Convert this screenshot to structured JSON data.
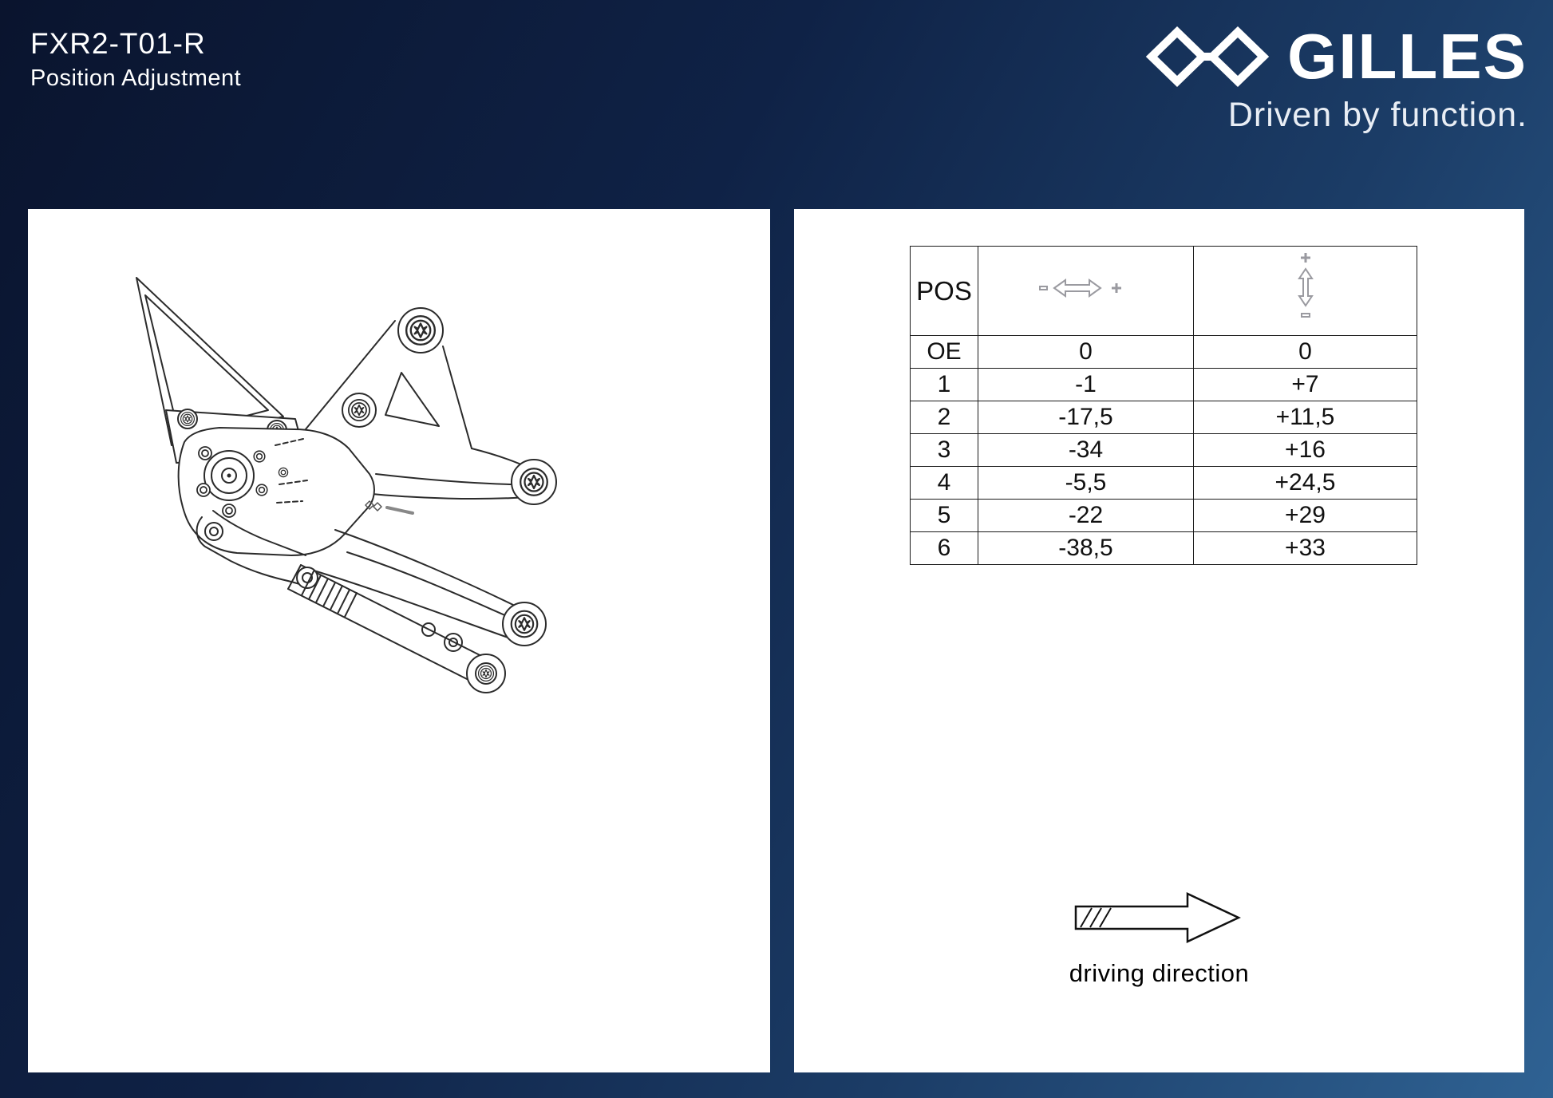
{
  "header": {
    "model": "FXR2-T01-R",
    "subtitle": "Position Adjustment"
  },
  "brand": {
    "name": "GILLES",
    "tagline": "Driven by function."
  },
  "table": {
    "pos_header": "POS",
    "columns": [
      {
        "icon": "horizontal-adjust-icon",
        "meaning": "horizontal offset (mm)"
      },
      {
        "icon": "vertical-adjust-icon",
        "meaning": "vertical offset (mm)"
      }
    ],
    "rows": [
      {
        "pos": "OE",
        "h": "0",
        "v": "0"
      },
      {
        "pos": "1",
        "h": "-1",
        "v": "+7"
      },
      {
        "pos": "2",
        "h": "-17,5",
        "v": "+11,5"
      },
      {
        "pos": "3",
        "h": "-34",
        "v": "+16"
      },
      {
        "pos": "4",
        "h": "-5,5",
        "v": "+24,5"
      },
      {
        "pos": "5",
        "h": "-22",
        "v": "+29"
      },
      {
        "pos": "6",
        "h": "-38,5",
        "v": "+33"
      }
    ]
  },
  "footer": {
    "driving_direction": "driving direction"
  },
  "colors": {
    "background_dark": "#0a142e",
    "background_light": "#2f6293",
    "panel": "#ffffff",
    "table_line": "#1a1a1a",
    "icon_gray": "#9a9aa0",
    "text_light": "#e9eef5"
  }
}
